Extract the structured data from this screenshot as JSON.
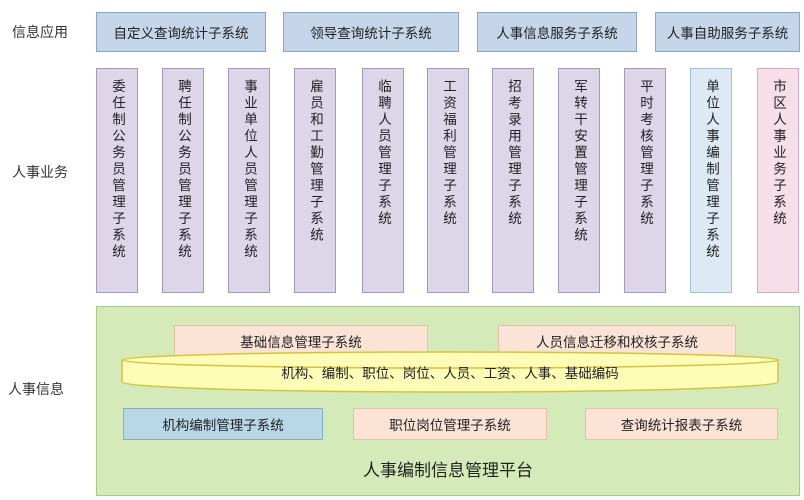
{
  "row_labels": {
    "app": "信息应用",
    "business": "人事业务",
    "info": "人事信息"
  },
  "top_boxes": [
    "自定义查询统计子系统",
    "领导查询统计子系统",
    "人事信息服务子系统",
    "人事自助服务子系统"
  ],
  "columns": [
    "委任制公务员管理子系统",
    "聘任制公务员管理子系统",
    "事业单位人员管理子系统",
    "雇员和工勤管理子系统",
    "临聘人员管理子系统",
    "工资福利管理子系统",
    "招考录用管理子系统",
    "军转干安置管理子系统",
    "平时考核管理子系统",
    "单位人事编制管理子系统",
    "市区人事业务子系统"
  ],
  "platform": {
    "upper_left": "基础信息管理子系统",
    "upper_right": "人员信息迁移和校核子系统",
    "codes": "机构、编制、职位、岗位、人员、工资、人事、基础编码",
    "lower": [
      "机构编制管理子系统",
      "职位岗位管理子系统",
      "查询统计报表子系统"
    ],
    "title": "人事编制信息管理平台"
  },
  "colors": {
    "top": "#c6d6ea",
    "column": "#ddd5e8",
    "column_blue": "#dde9f4",
    "column_pink": "#f6dfe9",
    "platform": "#d4eab8",
    "cylinder": "#fdfdb8"
  }
}
